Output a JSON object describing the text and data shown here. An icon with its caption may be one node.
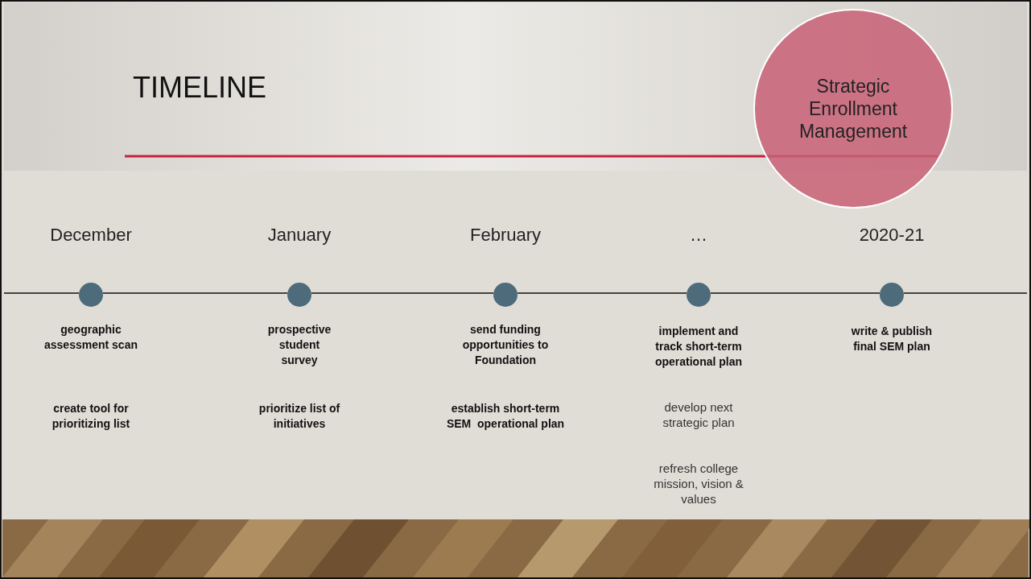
{
  "diagram": {
    "title": "TIMELINE",
    "nodes": [
      {
        "text": [
          "Strategic Enrollment Management"
        ]
      },
      {
        "text": [],
        "shape": "circle"
      },
      {
        "text": [],
        "shape": "circle"
      },
      {
        "text": [],
        "shape": "circle"
      },
      {
        "text": [],
        "shape": "circle"
      },
      {
        "text": [],
        "shape": "circle"
      }
    ],
    "edges": [
      {
        "from": 1,
        "to": 2,
        "arrow": "none"
      },
      {
        "from": 2,
        "to": 3,
        "arrow": "none"
      },
      {
        "from": 3,
        "to": 4,
        "arrow": "none"
      },
      {
        "from": 4,
        "to": 5,
        "arrow": "none"
      }
    ],
    "labels": [
      "December",
      "January",
      "February",
      "…",
      "2020-21",
      "geographic assessment scan",
      "prospective student survey",
      "send funding opportunities to Foundation",
      "implement and track short-term operational plan",
      "write & publish final SEM plan",
      "create tool for prioritizing list",
      "prioritize list of initiatives",
      "establish short-term SEM  operational plan",
      "develop next strategic plan",
      "refresh college mission, vision & values"
    ]
  }
}
